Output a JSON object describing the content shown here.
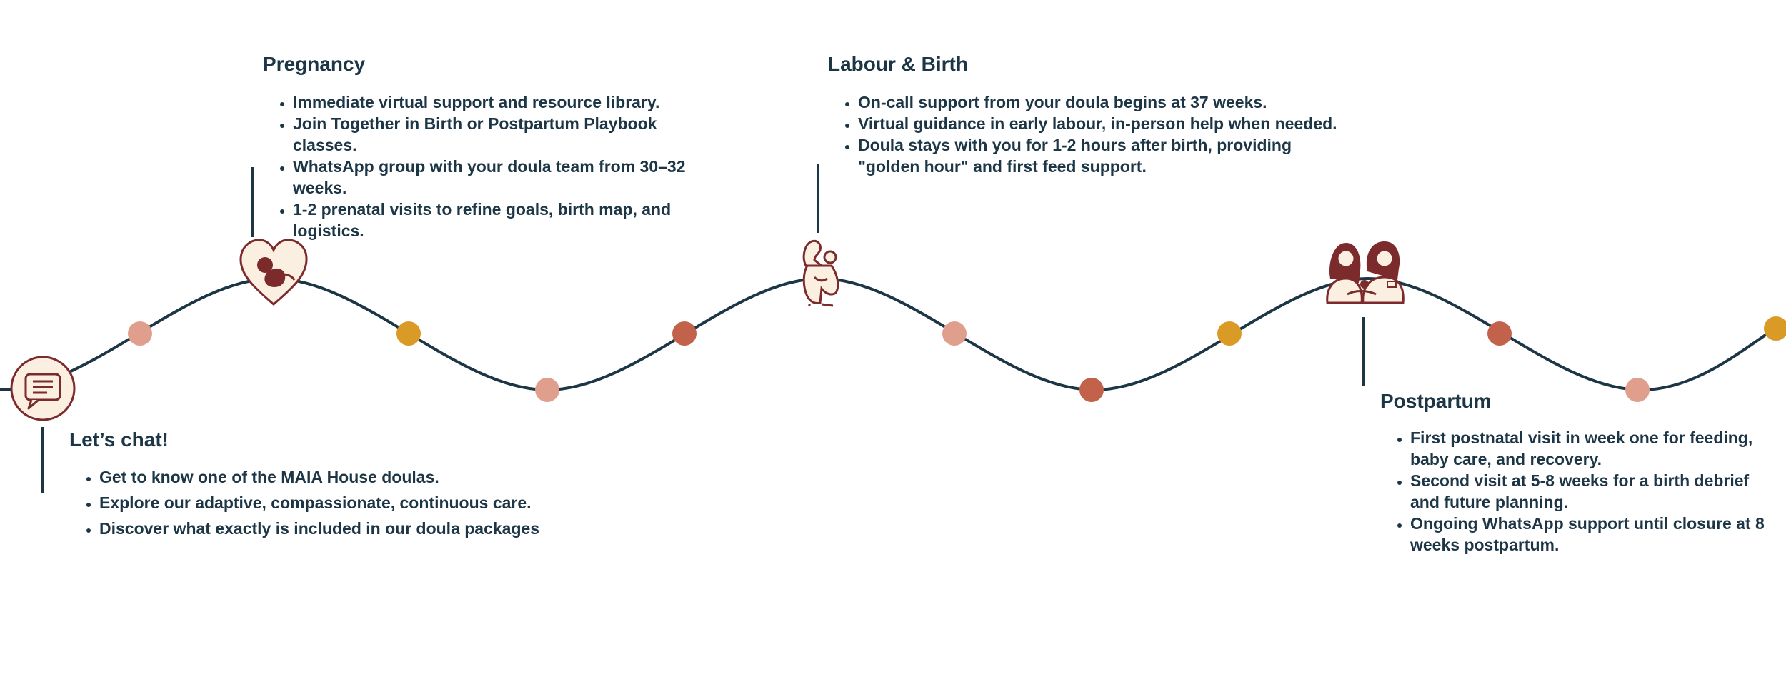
{
  "colors": {
    "navy": "#1c3646",
    "cream": "#fbefe1",
    "maroon": "#7c2b2c",
    "dot_pink": "#e09f8c",
    "dot_gold": "#d99a26",
    "dot_rust": "#c2624b"
  },
  "icons": {
    "chat": "chat-bubble-icon",
    "pregnancy": "heart-fetus-icon",
    "labour": "doula-mother-icon",
    "postpartum": "parents-baby-icon"
  },
  "stages": {
    "chat": {
      "title": "Let’s chat!",
      "items": [
        "Get to know one of the MAIA House doulas.",
        "Explore our adaptive, compassionate, continuous care.",
        "Discover what exactly is included in our doula packages"
      ]
    },
    "pregnancy": {
      "title": "Pregnancy",
      "items": [
        "Immediate virtual support and resource library.",
        "Join Together in Birth or Postpartum Playbook classes.",
        "WhatsApp group with your doula team from 30–32 weeks.",
        "1-2 prenatal visits to refine goals, birth map, and logistics."
      ]
    },
    "labour": {
      "title": "Labour & Birth",
      "items": [
        "On-call support from your doula begins at 37 weeks.",
        "Virtual guidance in early labour, in-person help when needed.",
        "Doula stays with you for 1-2 hours after birth, providing \"golden hour\" and first feed support."
      ]
    },
    "postpartum": {
      "title": "Postpartum",
      "items": [
        "First postnatal visit in week one for feeding, baby care, and recovery.",
        "Second visit at 5-8 weeks for a birth debrief and future planning.",
        "Ongoing WhatsApp support until closure at 8 weeks postpartum."
      ]
    }
  }
}
